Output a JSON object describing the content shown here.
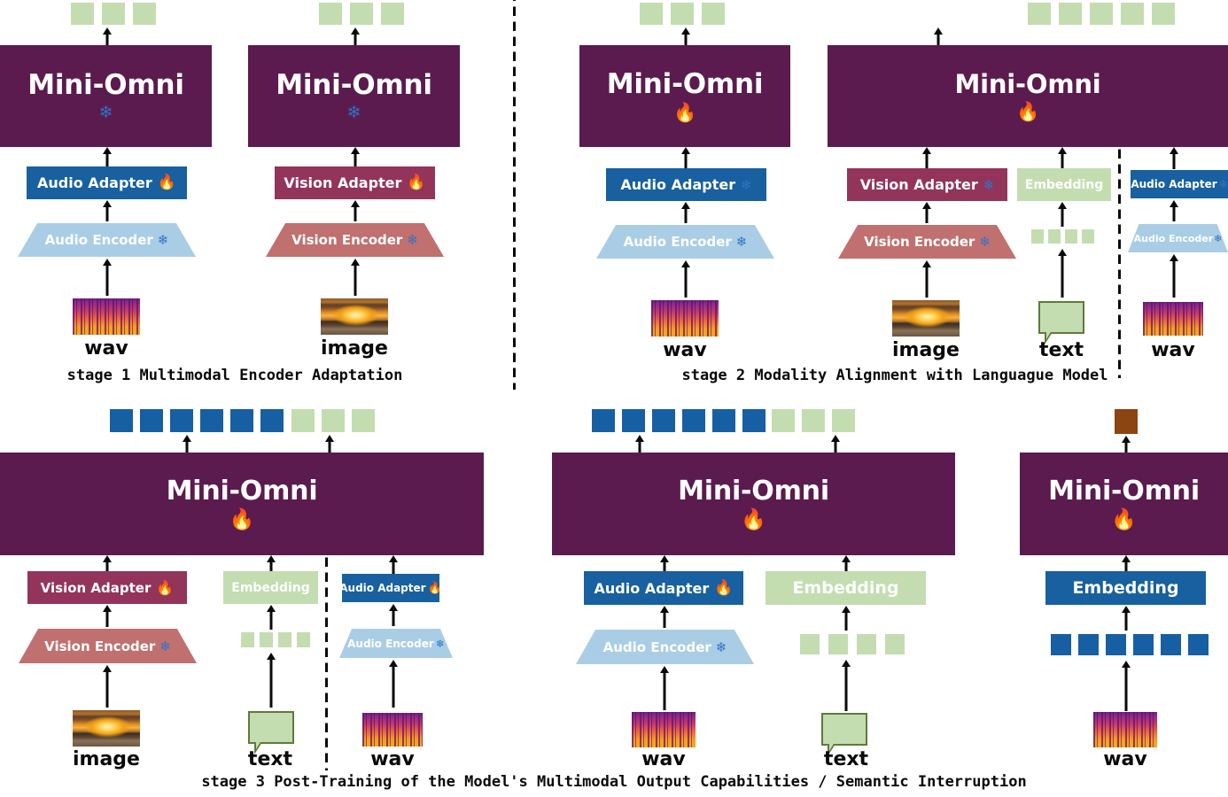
{
  "meta": {
    "title": "Mini-Omni multi-stage training pipeline",
    "colors": {
      "omni_purple": "#5B1B4E",
      "audio_adapter_blue": "#18609F",
      "audio_encoder_lightblue": "#AACDE6",
      "vision_adapter_maroon": "#93345B",
      "vision_encoder_rose": "#C0706E",
      "embedding_green": "#C3DDB0",
      "token_green": "#C3DDB0",
      "token_blue": "#175FA3",
      "token_brown": "#8B4513",
      "arrow_black": "#0A0A0A",
      "snowflake_blue": "#2E74C8",
      "flame_orange": "#FFB21E"
    }
  },
  "labels": {
    "omni": "Mini-Omni",
    "audio_adapter": "Audio Adapter",
    "vision_adapter_sp": "Vision  Adapter",
    "vision_adapter": "Vision Adapter",
    "audio_encoder": "Audio Encoder",
    "vision_encoder": "Vision Encoder",
    "embedding": "Embedding",
    "wav": "wav",
    "image": "image",
    "text": "text",
    "frozen_icon": "❄",
    "trainable_icon": "🔥"
  },
  "stages": [
    {
      "id": "stage-1",
      "caption": "stage 1  Multimodal Encoder Adaptation",
      "columns": [
        {
          "id": "s1-audio",
          "omni_state": "frozen",
          "adapter": {
            "label": "Audio Adapter",
            "state": "trainable",
            "kind": "audio"
          },
          "encoder": {
            "label": "Audio Encoder",
            "state": "frozen",
            "kind": "audio"
          },
          "input": {
            "label": "wav",
            "icon": "spectrogram"
          },
          "output_tokens": {
            "count": 3,
            "color": "green"
          }
        },
        {
          "id": "s1-vision",
          "omni_state": "frozen",
          "adapter": {
            "label": "Vision Adapter",
            "state": "trainable",
            "kind": "vision"
          },
          "encoder": {
            "label": "Vision Encoder",
            "state": "frozen",
            "kind": "vision"
          },
          "input": {
            "label": "image",
            "icon": "photo"
          },
          "output_tokens": {
            "count": 3,
            "color": "green"
          }
        }
      ]
    },
    {
      "id": "stage-2",
      "caption": "stage 2 Modality Alignment with Languague Model",
      "columns": [
        {
          "id": "s2-audio",
          "omni_state": "trainable",
          "adapter": {
            "label": "Audio Adapter",
            "state": "frozen",
            "kind": "audio"
          },
          "encoder": {
            "label": "Audio Encoder",
            "state": "frozen",
            "kind": "audio"
          },
          "input": {
            "label": "wav",
            "icon": "spectrogram"
          },
          "output_tokens": {
            "count": 3,
            "color": "green"
          }
        },
        {
          "id": "s2-multi",
          "omni_state": "trainable",
          "output_tokens": {
            "count": 5,
            "color": "green"
          },
          "branches": [
            {
              "adapter": {
                "label": "Vision  Adapter",
                "state": "frozen",
                "kind": "vision"
              },
              "encoder": {
                "label": "Vision Encoder",
                "state": "frozen",
                "kind": "vision"
              },
              "input": {
                "label": "image",
                "icon": "photo"
              }
            },
            {
              "adapter": {
                "label": "Embedding",
                "state": "none",
                "kind": "embed-green"
              },
              "tokens": {
                "count": 4,
                "color": "green"
              },
              "input": {
                "label": "text",
                "icon": "bubble"
              }
            },
            {
              "adapter": {
                "label": "Audio Adapter",
                "state": "frozen",
                "kind": "audio"
              },
              "encoder": {
                "label": "Audio Encoder",
                "state": "frozen",
                "kind": "audio"
              },
              "input": {
                "label": "wav",
                "icon": "spectrogram"
              }
            }
          ]
        }
      ]
    },
    {
      "id": "stage-3",
      "caption": "stage 3 Post-Training of the Model's Multimodal Output Capabilities / Semantic Interruption",
      "columns": [
        {
          "id": "s3-multi",
          "omni_state": "trainable",
          "output_tokens": [
            {
              "count": 6,
              "color": "blue"
            },
            {
              "count": 3,
              "color": "green"
            }
          ],
          "branches": [
            {
              "adapter": {
                "label": "Vision  Adapter",
                "state": "trainable",
                "kind": "vision"
              },
              "encoder": {
                "label": "Vision Encoder",
                "state": "frozen",
                "kind": "vision"
              },
              "input": {
                "label": "image",
                "icon": "photo"
              }
            },
            {
              "adapter": {
                "label": "Embedding",
                "state": "none",
                "kind": "embed-green"
              },
              "tokens": {
                "count": 4,
                "color": "green"
              },
              "input": {
                "label": "text",
                "icon": "bubble"
              }
            },
            {
              "adapter": {
                "label": "Audio Adapter",
                "state": "trainable",
                "kind": "audio"
              },
              "encoder": {
                "label": "Audio Encoder",
                "state": "frozen",
                "kind": "audio"
              },
              "input": {
                "label": "wav",
                "icon": "spectrogram"
              }
            }
          ]
        },
        {
          "id": "s3-audio-text",
          "omni_state": "trainable",
          "output_tokens": [
            {
              "count": 6,
              "color": "blue"
            },
            {
              "count": 3,
              "color": "green"
            }
          ],
          "branches": [
            {
              "adapter": {
                "label": "Audio Adapter",
                "state": "trainable",
                "kind": "audio"
              },
              "encoder": {
                "label": "Audio Encoder",
                "state": "frozen",
                "kind": "audio"
              },
              "input": {
                "label": "wav",
                "icon": "spectrogram"
              }
            },
            {
              "adapter": {
                "label": "Embedding",
                "state": "none",
                "kind": "embed-green"
              },
              "tokens": {
                "count": 4,
                "color": "green"
              },
              "input": {
                "label": "text",
                "icon": "bubble"
              }
            }
          ]
        },
        {
          "id": "s3-interrupt",
          "omni_state": "trainable",
          "output_tokens": [
            {
              "count": 1,
              "color": "brown"
            }
          ],
          "branches": [
            {
              "adapter": {
                "label": "Embedding",
                "state": "none",
                "kind": "embed-blue"
              },
              "tokens": {
                "count": 6,
                "color": "blue"
              },
              "input": {
                "label": "wav",
                "icon": "spectrogram"
              }
            }
          ]
        }
      ]
    }
  ]
}
